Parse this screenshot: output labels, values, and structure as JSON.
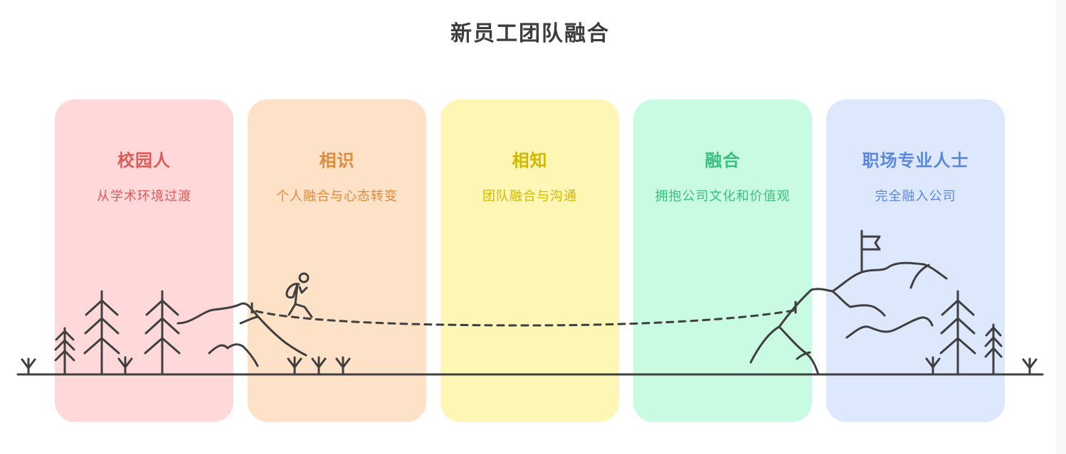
{
  "title": "新员工团队融合",
  "stages": [
    {
      "title": "校园人",
      "subtitle": "从学术环境过渡",
      "bg": "#ffd9d9",
      "color": "#e05a5a"
    },
    {
      "title": "相识",
      "subtitle": "个人融合与心态转变",
      "bg": "#fde2c8",
      "color": "#e08a3c"
    },
    {
      "title": "相知",
      "subtitle": "团队融合与沟通",
      "bg": "#fef6b4",
      "color": "#d4b800"
    },
    {
      "title": "融合",
      "subtitle": "拥抱公司文化和价值观",
      "bg": "#c8fbe1",
      "color": "#3cbf7f"
    },
    {
      "title": "职场专业人士",
      "subtitle": "完全融入公司",
      "bg": "#dde8fd",
      "color": "#5a88e0"
    }
  ],
  "illustration": {
    "line_color": "#3f3f3f"
  }
}
